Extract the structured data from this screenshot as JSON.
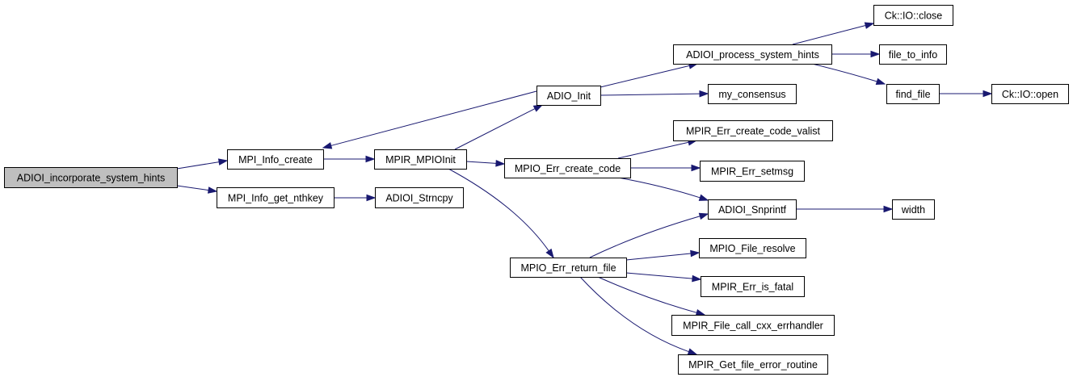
{
  "diagram": {
    "type": "call-graph",
    "colors": {
      "edge": "#191970",
      "root_fill": "#bfbfbf",
      "node_fill": "#ffffff",
      "node_border": "#000000"
    },
    "root": "ADIOI_incorporate_system_hints",
    "nodes": [
      {
        "id": "n0",
        "label": "ADIOI_incorporate_system_hints",
        "root": true
      },
      {
        "id": "n1",
        "label": "MPI_Info_create"
      },
      {
        "id": "n2",
        "label": "MPI_Info_get_nthkey"
      },
      {
        "id": "n3",
        "label": "MPIR_MPIOInit"
      },
      {
        "id": "n4",
        "label": "ADIOI_Strncpy"
      },
      {
        "id": "n5",
        "label": "ADIO_Init"
      },
      {
        "id": "n6",
        "label": "MPIO_Err_create_code"
      },
      {
        "id": "n7",
        "label": "MPIO_Err_return_file"
      },
      {
        "id": "n8",
        "label": "ADIOI_process_system_hints"
      },
      {
        "id": "n9",
        "label": "my_consensus"
      },
      {
        "id": "n10",
        "label": "Ck::IO::close"
      },
      {
        "id": "n11",
        "label": "file_to_info"
      },
      {
        "id": "n12",
        "label": "find_file"
      },
      {
        "id": "n13",
        "label": "Ck::IO::open"
      },
      {
        "id": "n14",
        "label": "MPIR_Err_create_code_valist"
      },
      {
        "id": "n15",
        "label": "MPIR_Err_setmsg"
      },
      {
        "id": "n16",
        "label": "ADIOI_Snprintf"
      },
      {
        "id": "n17",
        "label": "width"
      },
      {
        "id": "n18",
        "label": "MPIO_File_resolve"
      },
      {
        "id": "n19",
        "label": "MPIR_Err_is_fatal"
      },
      {
        "id": "n20",
        "label": "MPIR_File_call_cxx_errhandler"
      },
      {
        "id": "n21",
        "label": "MPIR_Get_file_error_routine"
      }
    ],
    "edges": [
      {
        "from": "n0",
        "to": "n1"
      },
      {
        "from": "n0",
        "to": "n2"
      },
      {
        "from": "n1",
        "to": "n3"
      },
      {
        "from": "n2",
        "to": "n4"
      },
      {
        "from": "n3",
        "to": "n5"
      },
      {
        "from": "n3",
        "to": "n6"
      },
      {
        "from": "n3",
        "to": "n7"
      },
      {
        "from": "n5",
        "to": "n1"
      },
      {
        "from": "n5",
        "to": "n8"
      },
      {
        "from": "n5",
        "to": "n9"
      },
      {
        "from": "n8",
        "to": "n10"
      },
      {
        "from": "n8",
        "to": "n11"
      },
      {
        "from": "n8",
        "to": "n12"
      },
      {
        "from": "n12",
        "to": "n13"
      },
      {
        "from": "n6",
        "to": "n14"
      },
      {
        "from": "n6",
        "to": "n15"
      },
      {
        "from": "n6",
        "to": "n16"
      },
      {
        "from": "n16",
        "to": "n17"
      },
      {
        "from": "n7",
        "to": "n16"
      },
      {
        "from": "n7",
        "to": "n18"
      },
      {
        "from": "n7",
        "to": "n19"
      },
      {
        "from": "n7",
        "to": "n20"
      },
      {
        "from": "n7",
        "to": "n21"
      }
    ]
  }
}
